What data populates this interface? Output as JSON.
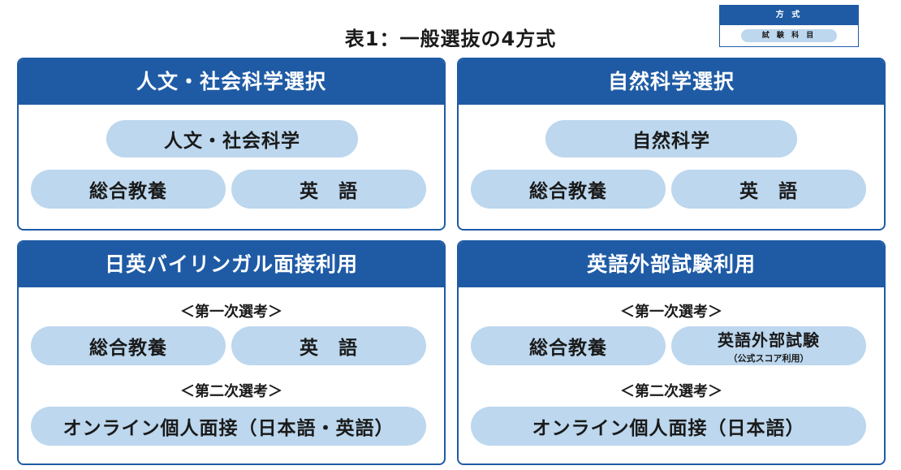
{
  "title": "表1：一般選抜の4方式",
  "legend": {
    "method": "方 式",
    "subjects": "試 験 科 目"
  },
  "panels": [
    {
      "header": "人文・社会科学選択",
      "top": "人文・社会科学",
      "left": "総合教養",
      "right": "英　語"
    },
    {
      "header": "自然科学選択",
      "top": "自然科学",
      "left": "総合教養",
      "right": "英　語"
    },
    {
      "header": "日英バイリンガル面接利用",
      "stage1": "＜第一次選考＞",
      "left": "総合教養",
      "right": "英　語",
      "stage2": "＜第二次選考＞",
      "bottom": "オンライン個人面接（日本語・英語）"
    },
    {
      "header": "英語外部試験利用",
      "stage1": "＜第一次選考＞",
      "left": "総合教養",
      "right": "英語外部試験",
      "right_sub": "（公式スコア利用）",
      "stage2": "＜第二次選考＞",
      "bottom": "オンライン個人面接（日本語）"
    }
  ],
  "colors": {
    "header": "#1f5ba5",
    "pill": "#bcd7ee"
  }
}
